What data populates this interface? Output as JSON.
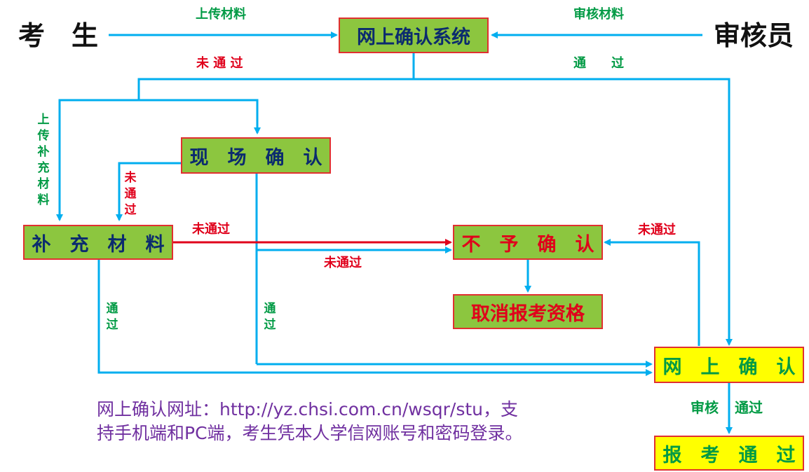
{
  "actors": {
    "candidate": "考　生",
    "reviewer": "审核员"
  },
  "boxes": {
    "system": "网上确认系统",
    "onsite": "现　场　确　认",
    "supplement": "补　充　材　料",
    "reject": "不　予　确　认",
    "cancel": "取消报考资格",
    "online_confirm": "网　上　确　认",
    "passed": "报　考　通　过"
  },
  "labels": {
    "upload_materials": "上传材料",
    "review_materials": "审核材料",
    "not_passed_top": "未 通 过",
    "passed_top": "通　　过",
    "upload_supplement": "上传补充材料",
    "not_passed_onsite": "未通过",
    "not_passed_supplement": "未通过",
    "not_passed_mid": "未通过",
    "not_passed_right": "未通过",
    "passed_supplement": "通过",
    "passed_onsite": "通过",
    "review": "审核",
    "review_passed": "通过"
  },
  "note": {
    "line1": "网上确认网址：http://yz.chsi.com.cn/wsqr/stu，支",
    "line2": "持手机端和PC端，考生凭本人学信网账号和密码登录。"
  },
  "colors": {
    "arrow_blue": "#00aeef",
    "arrow_red": "#e0001b",
    "box_green": "#8cc63f",
    "box_yellow": "#ffff00",
    "text_red": "#e0001b",
    "text_green": "#009a44",
    "text_navy": "#0b2b6e",
    "note_purple": "#7030a0"
  }
}
